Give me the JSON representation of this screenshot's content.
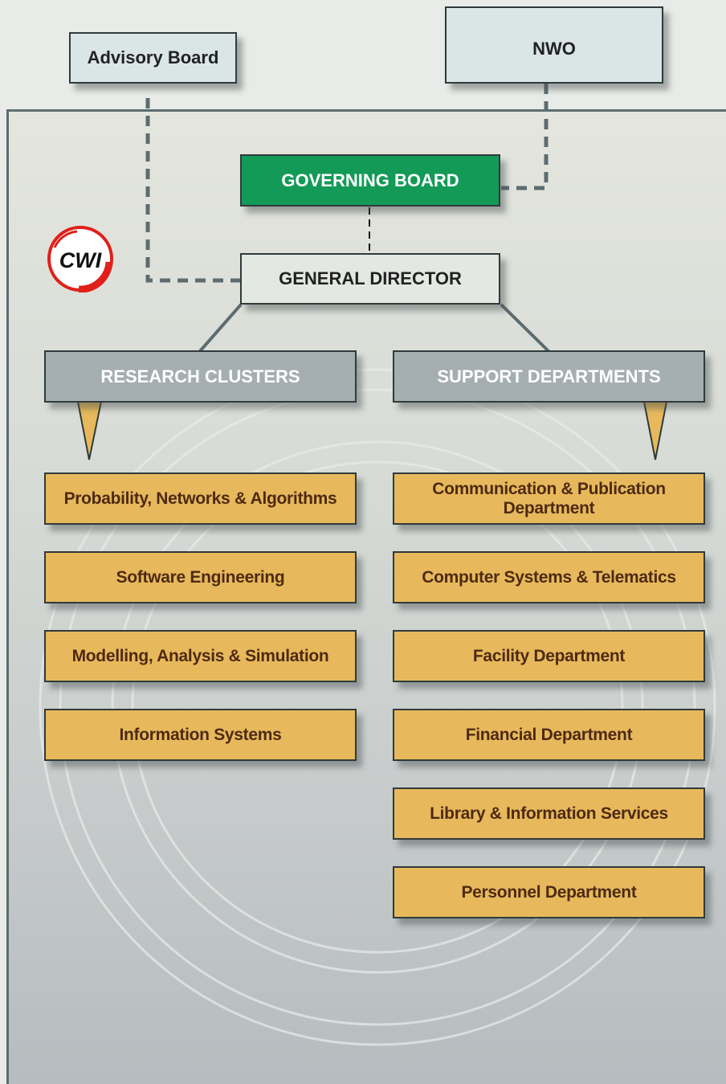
{
  "top_boxes": {
    "advisory_board": "Advisory Board",
    "nwo": "NWO"
  },
  "governing_board": "GOVERNING BOARD",
  "general_director": "GENERAL DIRECTOR",
  "logo": {
    "text": "CWI",
    "icon": "cwi-logo"
  },
  "research_clusters": {
    "title": "RESEARCH CLUSTERS",
    "items": [
      "Probability, Networks & Algorithms",
      "Software Engineering",
      "Modelling, Analysis & Simulation",
      "Information Systems"
    ]
  },
  "support_departments": {
    "title": "SUPPORT DEPARTMENTS",
    "items": [
      "Communication & Publication Department",
      "Computer Systems & Telematics",
      "Facility Department",
      "Financial Department",
      "Library & Information Services",
      "Personnel Department"
    ]
  },
  "colors": {
    "governing": "#139a57",
    "unit": "#e7b95c",
    "unit_text": "#4e2a12",
    "cluster_header": "#a5afb2",
    "top_box": "#d9e6e5",
    "connector": "#5d6c70",
    "logo_red": "#e0201b"
  }
}
